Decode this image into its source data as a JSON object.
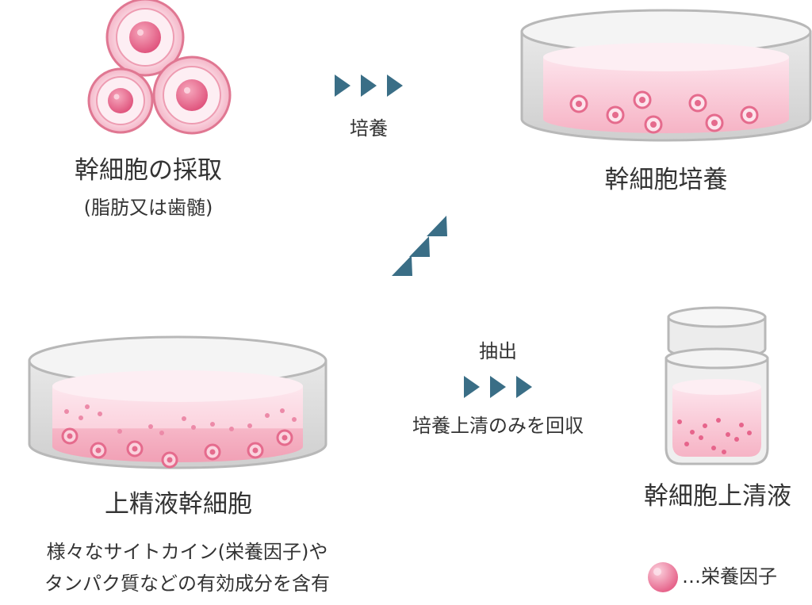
{
  "steps": {
    "collection": {
      "title": "幹細胞の採取",
      "subtitle": "(脂肪又は歯髄)"
    },
    "culture": {
      "title": "幹細胞培養"
    },
    "supernatant": {
      "title": "幹細胞上清液"
    },
    "final": {
      "title": "上精液幹細胞",
      "description_line1": "様々なサイトカイン(栄養因子)や",
      "description_line2": "タンパク質などの有効成分を含有"
    }
  },
  "arrows": {
    "culture_label": "培養",
    "extract_label": "抽出",
    "extract_sublabel": "培養上清のみを回収"
  },
  "legend": {
    "label": "…栄養因子"
  },
  "colors": {
    "arrow": "#3a6e86",
    "cell_outer": "#e07792",
    "cell_ring": "#fbe3ea",
    "cell_nucleus": "#e56b8d",
    "dish_edge": "#b8b8b8",
    "dish_wall": "#dcdcdc",
    "medium_pink": "#f7b7c7",
    "medium_light": "#fcdbe4",
    "nutrient": "#ec8aa8"
  }
}
